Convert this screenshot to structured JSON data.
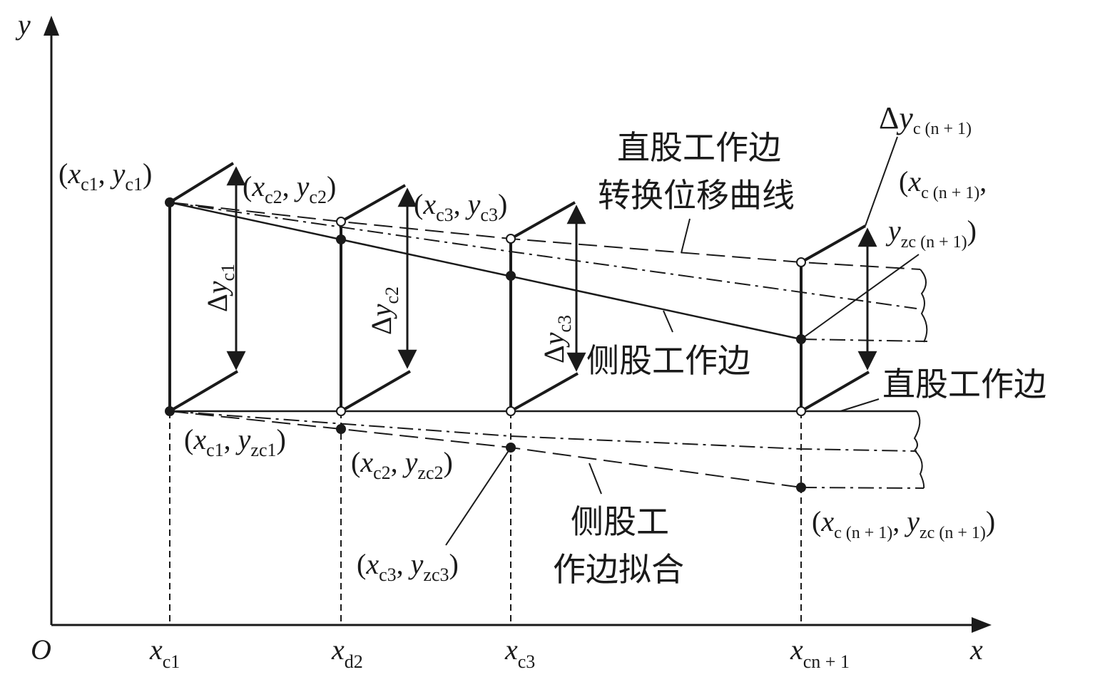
{
  "axes": {
    "origin": "O",
    "x_label": "x",
    "y_label": "y",
    "ticks": [
      {
        "base": "x",
        "sub": "c1"
      },
      {
        "base": "x",
        "sub": "d2"
      },
      {
        "base": "x",
        "sub": "c3"
      },
      {
        "base": "x",
        "sub": "cn + 1"
      }
    ]
  },
  "labels": {
    "straight_curve_line1": "直股工作边",
    "straight_curve_line2": "转换位移曲线",
    "side_edge": "侧股工作边",
    "straight_edge": "直股工作边",
    "side_fit_line1": "侧股工",
    "side_fit_line2": "作边拟合"
  },
  "deltas": [
    {
      "sym": "Δ",
      "base": "y",
      "sub": "c1"
    },
    {
      "sym": "Δ",
      "base": "y",
      "sub": "c2"
    },
    {
      "sym": "Δ",
      "base": "y",
      "sub": "c3"
    },
    {
      "sym": "Δ",
      "base": "y",
      "sub": "c (n + 1)"
    }
  ],
  "points_upper": [
    {
      "x": "x",
      "xs": "c1",
      "y": "y",
      "ys": "c1"
    },
    {
      "x": "x",
      "xs": "c2",
      "y": "y",
      "ys": "c2"
    },
    {
      "x": "x",
      "xs": "c3",
      "y": "y",
      "ys": "c3"
    }
  ],
  "point_upper_n": {
    "open": "(",
    "x": "x",
    "xs": "c (n + 1)",
    "comma": ",",
    "y": "y",
    "ys": "zc (n + 1)",
    "close": ")"
  },
  "points_lower": [
    {
      "x": "x",
      "xs": "c1",
      "y": "y",
      "ys": "zc1"
    },
    {
      "x": "x",
      "xs": "c2",
      "y": "y",
      "ys": "zc2"
    },
    {
      "x": "x",
      "xs": "c3",
      "y": "y",
      "ys": "zc3"
    },
    {
      "x": "x",
      "xs": "c (n + 1)",
      "y": "y",
      "ys": "zc (n + 1)"
    }
  ],
  "colors": {
    "ink": "#1a1a1a",
    "background": "#ffffff"
  }
}
